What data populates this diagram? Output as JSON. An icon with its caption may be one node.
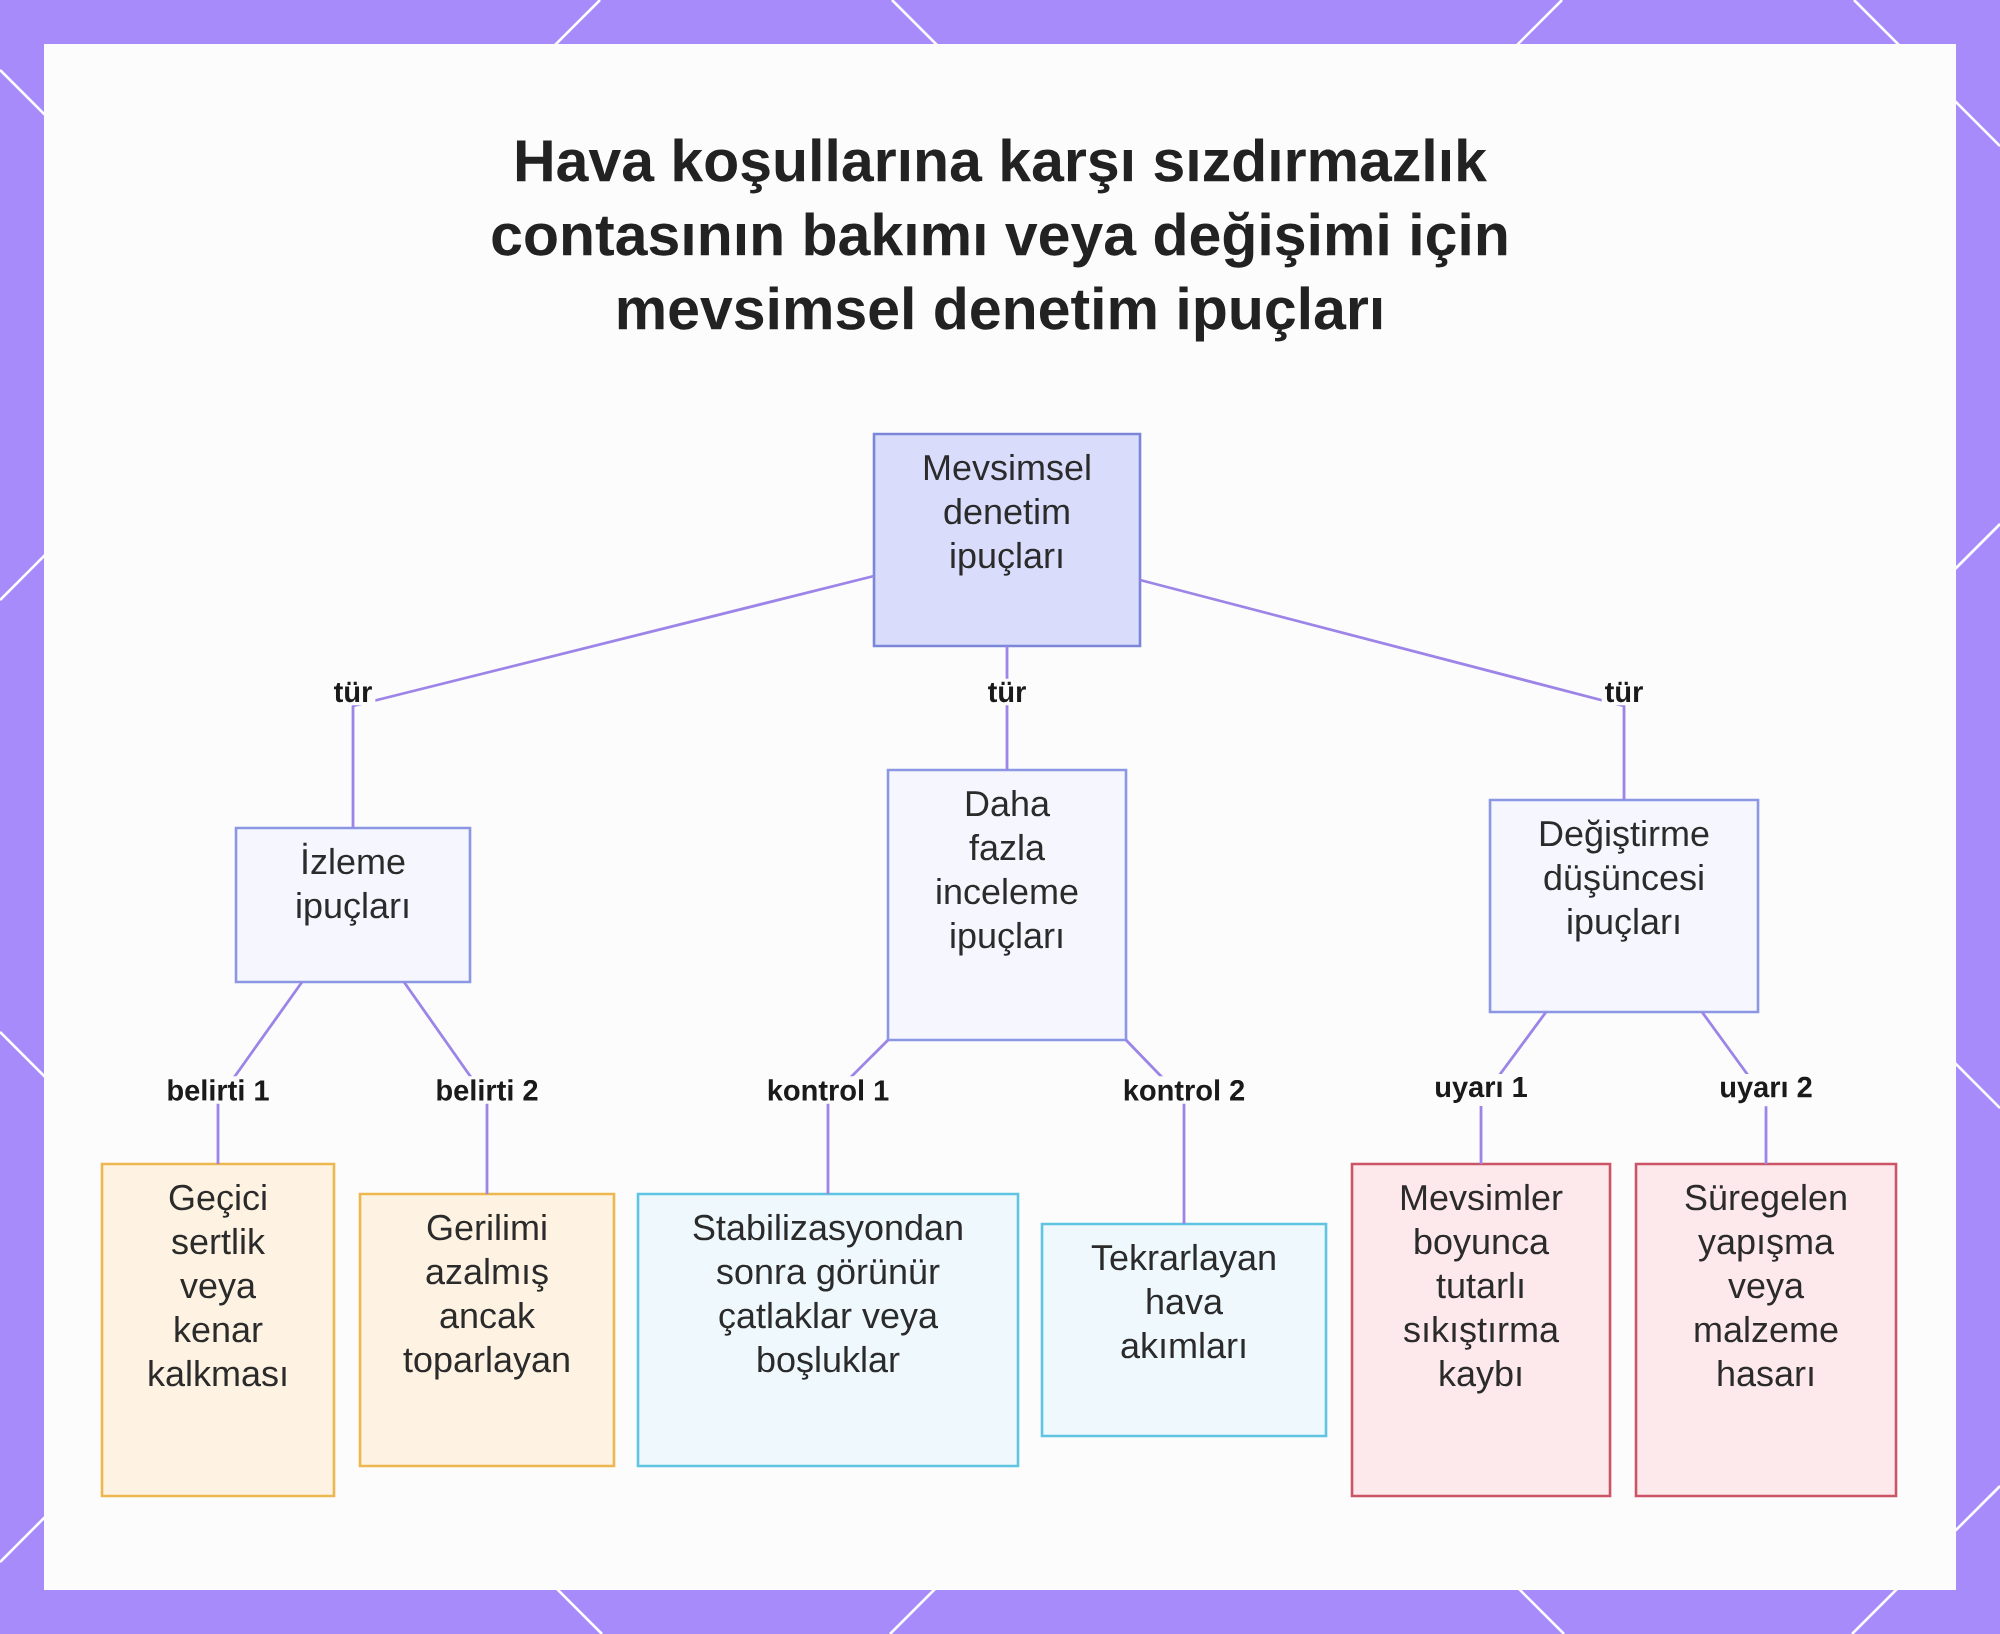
{
  "diagram": {
    "title": "Hava koşullarına karşı sızdırmazlık contasının bakımı veya değişimi için mevsimsel denetim ipuçları",
    "nodes": [
      {
        "text": [
          "Mevsimsel denetim ipuçları"
        ]
      },
      {
        "text": [
          "İzleme ipuçları"
        ]
      },
      {
        "text": [
          "Daha fazla inceleme ipuçları"
        ]
      },
      {
        "text": [
          "Değiştirme düşüncesi ipuçları"
        ]
      },
      {
        "text": [
          "Geçici sertlik veya kenar kalkması"
        ]
      },
      {
        "text": [
          "Gerilimi azalmış ancak toparlayan"
        ]
      },
      {
        "text": [
          "Stabilizasyondan sonra görünür çatlaklar veya boşluklar"
        ]
      },
      {
        "text": [
          "Tekrarlayan hava akımları"
        ]
      },
      {
        "text": [
          "Mevsimler boyunca tutarlı sıkıştırma kaybı"
        ]
      },
      {
        "text": [
          "Süregelen yapışma veya malzeme hasarı"
        ]
      }
    ],
    "edges": [
      {
        "from": 0,
        "to": 1,
        "arrow": "none",
        "label": "tür"
      },
      {
        "from": 0,
        "to": 2,
        "arrow": "none",
        "label": "tür"
      },
      {
        "from": 0,
        "to": 3,
        "arrow": "none",
        "label": "tür"
      },
      {
        "from": 1,
        "to": 4,
        "arrow": "none",
        "label": "belirti 1"
      },
      {
        "from": 1,
        "to": 5,
        "arrow": "none",
        "label": "belirti 2"
      },
      {
        "from": 2,
        "to": 6,
        "arrow": "none",
        "label": "kontrol 1"
      },
      {
        "from": 2,
        "to": 7,
        "arrow": "none",
        "label": "kontrol 2"
      },
      {
        "from": 3,
        "to": 8,
        "arrow": "none",
        "label": "uyarı 1"
      },
      {
        "from": 3,
        "to": 9,
        "arrow": "none",
        "label": "uyarı 2"
      }
    ]
  }
}
